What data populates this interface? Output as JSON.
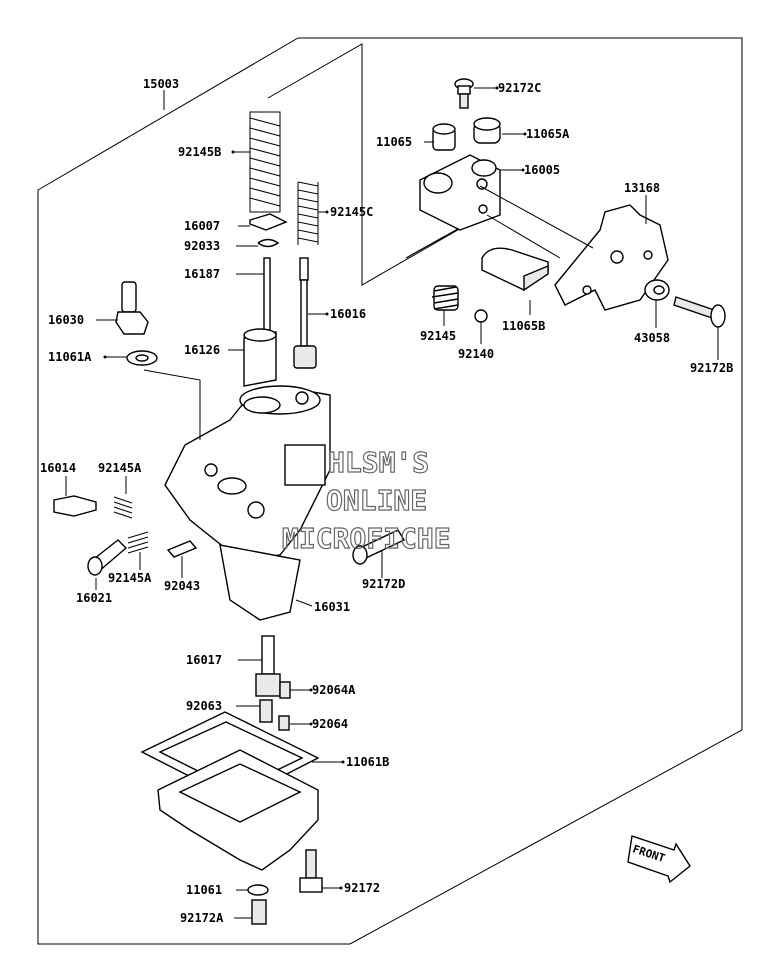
{
  "diagram": {
    "labels": {
      "l15003": "15003",
      "l92172C": "92172C",
      "l11065": "11065",
      "l11065A": "11065A",
      "l16005": "16005",
      "l13168": "13168",
      "l92145B": "92145B",
      "l92145C": "92145C",
      "l16007": "16007",
      "l92033": "92033",
      "l16187": "16187",
      "l16016": "16016",
      "l16030": "16030",
      "l11061A": "11061A",
      "l16126": "16126",
      "l92145": "92145",
      "l92140": "92140",
      "l11065B": "11065B",
      "l43058": "43058",
      "l92172B": "92172B",
      "l16014": "16014",
      "l92145A_1": "92145A",
      "l92145A_2": "92145A",
      "l16021": "16021",
      "l92043": "92043",
      "l92172D": "92172D",
      "l16031": "16031",
      "l16017": "16017",
      "l92064A": "92064A",
      "l92063": "92063",
      "l92064": "92064",
      "l11061B": "11061B",
      "l11061": "11061",
      "l92172": "92172",
      "l92172A": "92172A"
    },
    "watermark": {
      "line1": "HLSM'S",
      "line2": "ONLINE",
      "line3": "MICROFICHE"
    },
    "front_badge": "FRONT"
  }
}
